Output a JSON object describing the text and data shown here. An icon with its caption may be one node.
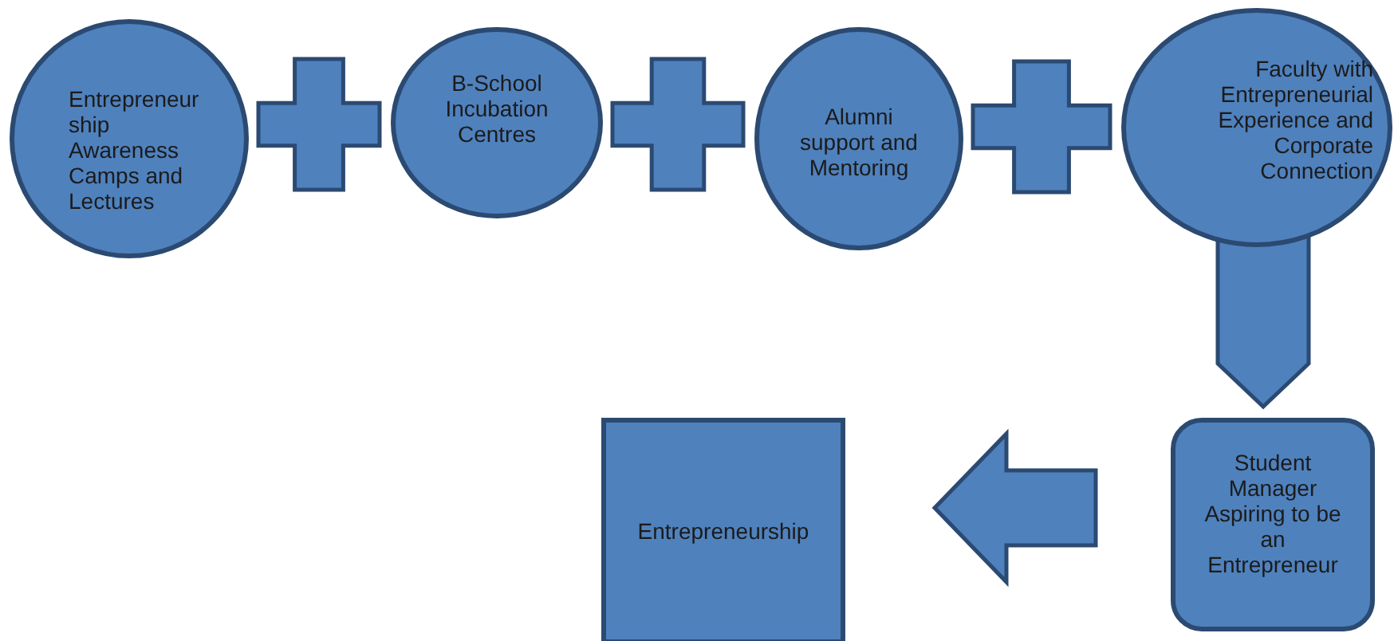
{
  "diagram": {
    "nodes": [
      {
        "text": [
          "Entrepreneur ship Awareness Camps and Lectures"
        ]
      },
      {
        "text": [
          "B-School Incubation Centres"
        ]
      },
      {
        "text": [
          "Alumni support and Mentoring"
        ]
      },
      {
        "text": [
          "Faculty with Entrepreneurial Experience and Corporate Connection"
        ]
      },
      {
        "text": [
          "Student Manager Aspiring to be an Entrepreneur"
        ]
      },
      {
        "text": [
          "Entrepreneurship"
        ]
      }
    ],
    "edges": [
      {
        "from": 0,
        "to": 1,
        "arrow": "none"
      },
      {
        "from": 1,
        "to": 2,
        "arrow": "none"
      },
      {
        "from": 2,
        "to": 3,
        "arrow": "none"
      },
      {
        "from": 3,
        "to": 4,
        "arrow": "to"
      },
      {
        "from": 4,
        "to": 5,
        "arrow": "to"
      }
    ]
  }
}
